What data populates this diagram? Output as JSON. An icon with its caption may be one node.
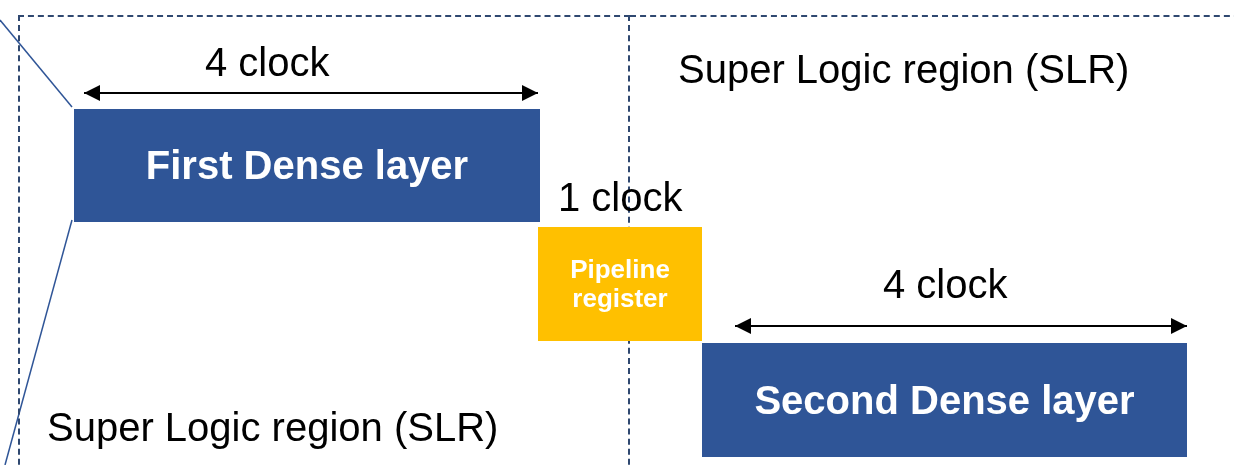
{
  "diagram": {
    "nodes": [
      {
        "text": [
          "Super Logic region (SLR)"
        ]
      },
      {
        "text": [
          "Super Logic region (SLR)"
        ]
      },
      {
        "text": [
          "First Dense layer"
        ],
        "in": 0
      },
      {
        "text": [
          "Pipeline register"
        ]
      },
      {
        "text": [
          "Second Dense layer"
        ],
        "in": 1
      }
    ],
    "labels": [
      "4 clock",
      "1 clock",
      "4 clock"
    ]
  }
}
